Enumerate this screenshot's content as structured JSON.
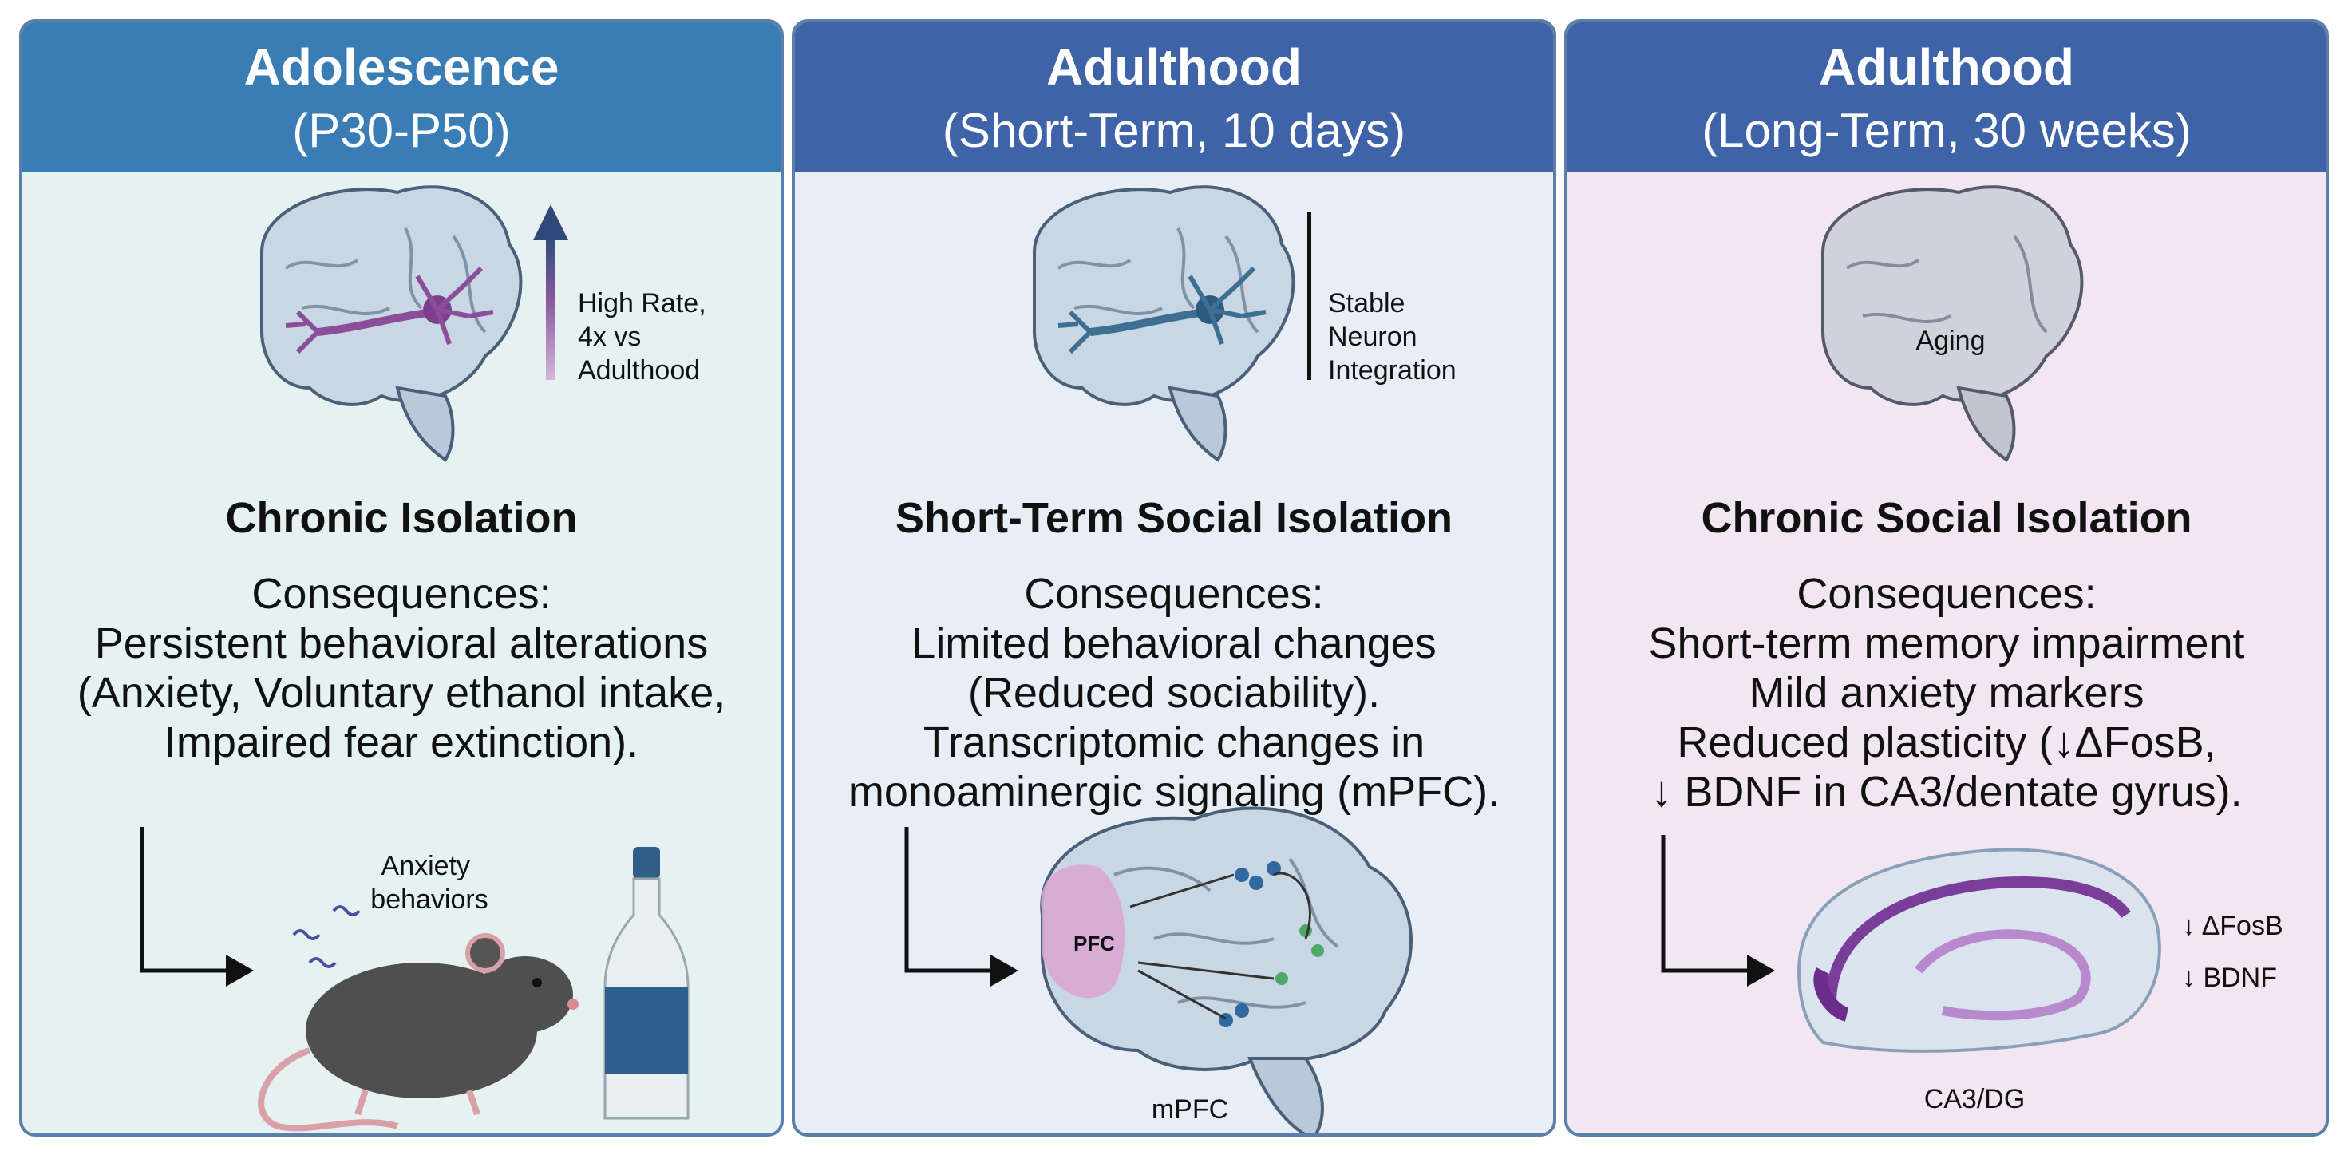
{
  "panels": [
    {
      "title_line1": "Adolescence",
      "title_line2": "(P30-P50)",
      "rate_label_lines": [
        "High Rate,",
        "4x vs",
        "Adulthood"
      ],
      "condition": "Chronic Isolation",
      "consequences_heading": "Consequences:",
      "consequences_lines": [
        "Persistent behavioral alterations",
        "(Anxiety, Voluntary ethanol intake,",
        "Impaired fear extinction)."
      ],
      "figure_label_lines": [
        "Anxiety",
        "behaviors"
      ],
      "colors": {
        "header": "#3a7db5",
        "body": "#e6f2f2"
      }
    },
    {
      "title_line1": "Adulthood",
      "title_line2": "(Short-Term, 10 days)",
      "rate_label_lines": [
        "Stable",
        "Neuron",
        "Integration"
      ],
      "condition": "Short-Term Social Isolation",
      "consequences_heading": "Consequences:",
      "consequences_lines": [
        "Limited behavioral changes",
        "(Reduced sociability).",
        "Transcriptomic changes in",
        "monoaminergic signaling (mPFC)."
      ],
      "pfc_label": "PFC",
      "figure_caption": "mPFC",
      "colors": {
        "header": "#3f63a8",
        "body": "#e7eef6"
      }
    },
    {
      "title_line1": "Adulthood",
      "title_line2": "(Long-Term, 30 weeks)",
      "brain_label": "Aging",
      "condition": "Chronic Social Isolation",
      "consequences_heading": "Consequences:",
      "consequences_lines": [
        "Short-term memory impairment",
        "Mild anxiety markers",
        "Reduced plasticity (↓ΔFosB,",
        "↓ BDNF in CA3/dentate gyrus)."
      ],
      "marker_labels": [
        "↓ ΔFosB",
        "↓ BDNF"
      ],
      "figure_caption": "CA3/DG",
      "colors": {
        "header": "#3f63a8",
        "body": "#f1e6f1"
      }
    }
  ]
}
